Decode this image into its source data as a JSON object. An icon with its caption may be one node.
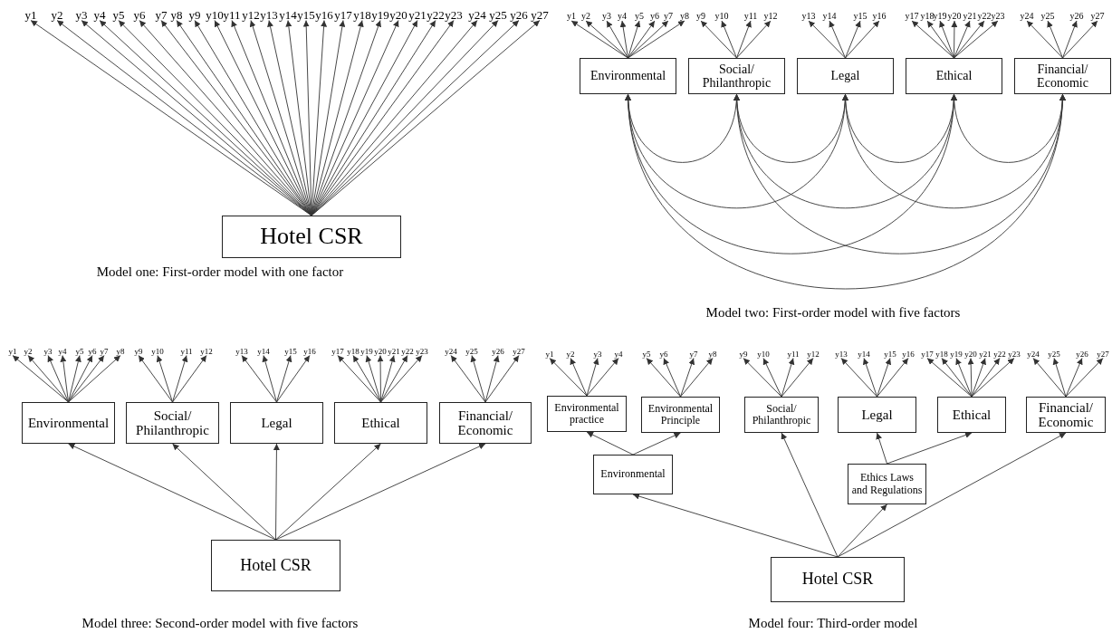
{
  "diagram": {
    "nodes": [
      {
        "text": [
          "y1"
        ]
      },
      {
        "text": [
          "y2"
        ]
      },
      {
        "text": [
          "y3"
        ]
      },
      {
        "text": [
          "y4"
        ]
      },
      {
        "text": [
          "y5"
        ]
      },
      {
        "text": [
          "y6"
        ]
      },
      {
        "text": [
          "y7"
        ]
      },
      {
        "text": [
          "y8"
        ]
      },
      {
        "text": [
          "y9"
        ]
      },
      {
        "text": [
          "y10"
        ]
      },
      {
        "text": [
          "y11"
        ]
      },
      {
        "text": [
          "y12"
        ]
      },
      {
        "text": [
          "y13"
        ]
      },
      {
        "text": [
          "y14"
        ]
      },
      {
        "text": [
          "y15"
        ]
      },
      {
        "text": [
          "y16"
        ]
      },
      {
        "text": [
          "y17"
        ]
      },
      {
        "text": [
          "y18"
        ]
      },
      {
        "text": [
          "y19"
        ]
      },
      {
        "text": [
          "y20"
        ]
      },
      {
        "text": [
          "y21"
        ]
      },
      {
        "text": [
          "y22"
        ]
      },
      {
        "text": [
          "y23"
        ]
      },
      {
        "text": [
          "y24"
        ]
      },
      {
        "text": [
          "y25"
        ]
      },
      {
        "text": [
          "y26"
        ]
      },
      {
        "text": [
          "y27"
        ]
      },
      {
        "text": [
          "Hotel CSR"
        ]
      },
      {
        "text": [
          "y1"
        ]
      },
      {
        "text": [
          "y2"
        ]
      },
      {
        "text": [
          "y3"
        ]
      },
      {
        "text": [
          "y4"
        ]
      },
      {
        "text": [
          "y5"
        ]
      },
      {
        "text": [
          "y6"
        ]
      },
      {
        "text": [
          "y7"
        ]
      },
      {
        "text": [
          "y8"
        ]
      },
      {
        "text": [
          "y9"
        ]
      },
      {
        "text": [
          "y10"
        ]
      },
      {
        "text": [
          "y11"
        ]
      },
      {
        "text": [
          "y12"
        ]
      },
      {
        "text": [
          "y13"
        ]
      },
      {
        "text": [
          "y14"
        ]
      },
      {
        "text": [
          "y15"
        ]
      },
      {
        "text": [
          "y16"
        ]
      },
      {
        "text": [
          "y17"
        ]
      },
      {
        "text": [
          "y18"
        ]
      },
      {
        "text": [
          "y19"
        ]
      },
      {
        "text": [
          "y20"
        ]
      },
      {
        "text": [
          "y21"
        ]
      },
      {
        "text": [
          "y22"
        ]
      },
      {
        "text": [
          "y23"
        ]
      },
      {
        "text": [
          "y24"
        ]
      },
      {
        "text": [
          "y25"
        ]
      },
      {
        "text": [
          "y26"
        ]
      },
      {
        "text": [
          "y27"
        ]
      },
      {
        "text": [
          "Environmental"
        ]
      },
      {
        "text": [
          "Social/ Philanthropic"
        ]
      },
      {
        "text": [
          "Legal"
        ]
      },
      {
        "text": [
          "Ethical"
        ]
      },
      {
        "text": [
          "Financial/ Economic"
        ]
      },
      {
        "text": [
          "y1"
        ]
      },
      {
        "text": [
          "y2"
        ]
      },
      {
        "text": [
          "y3"
        ]
      },
      {
        "text": [
          "y4"
        ]
      },
      {
        "text": [
          "y5"
        ]
      },
      {
        "text": [
          "y6"
        ]
      },
      {
        "text": [
          "y7"
        ]
      },
      {
        "text": [
          "y8"
        ]
      },
      {
        "text": [
          "y9"
        ]
      },
      {
        "text": [
          "y10"
        ]
      },
      {
        "text": [
          "y11"
        ]
      },
      {
        "text": [
          "y12"
        ]
      },
      {
        "text": [
          "y13"
        ]
      },
      {
        "text": [
          "y14"
        ]
      },
      {
        "text": [
          "y15"
        ]
      },
      {
        "text": [
          "y16"
        ]
      },
      {
        "text": [
          "y17"
        ]
      },
      {
        "text": [
          "y18"
        ]
      },
      {
        "text": [
          "y19"
        ]
      },
      {
        "text": [
          "y20"
        ]
      },
      {
        "text": [
          "y21"
        ]
      },
      {
        "text": [
          "y22"
        ]
      },
      {
        "text": [
          "y23"
        ]
      },
      {
        "text": [
          "y24"
        ]
      },
      {
        "text": [
          "y25"
        ]
      },
      {
        "text": [
          "y26"
        ]
      },
      {
        "text": [
          "y27"
        ]
      },
      {
        "text": [
          "Environmental"
        ]
      },
      {
        "text": [
          "Social/ Philanthropic"
        ]
      },
      {
        "text": [
          "Legal"
        ]
      },
      {
        "text": [
          "Ethical"
        ]
      },
      {
        "text": [
          "Financial/ Economic"
        ]
      },
      {
        "text": [
          "Hotel CSR"
        ]
      },
      {
        "text": [
          "y1"
        ]
      },
      {
        "text": [
          "y2"
        ]
      },
      {
        "text": [
          "y3"
        ]
      },
      {
        "text": [
          "y4"
        ]
      },
      {
        "text": [
          "y5"
        ]
      },
      {
        "text": [
          "y6"
        ]
      },
      {
        "text": [
          "y7"
        ]
      },
      {
        "text": [
          "y8"
        ]
      },
      {
        "text": [
          "y9"
        ]
      },
      {
        "text": [
          "y10"
        ]
      },
      {
        "text": [
          "y11"
        ]
      },
      {
        "text": [
          "y12"
        ]
      },
      {
        "text": [
          "y13"
        ]
      },
      {
        "text": [
          "y14"
        ]
      },
      {
        "text": [
          "y15"
        ]
      },
      {
        "text": [
          "y16"
        ]
      },
      {
        "text": [
          "y17"
        ]
      },
      {
        "text": [
          "y18"
        ]
      },
      {
        "text": [
          "y19"
        ]
      },
      {
        "text": [
          "y20"
        ]
      },
      {
        "text": [
          "y21"
        ]
      },
      {
        "text": [
          "y22"
        ]
      },
      {
        "text": [
          "y23"
        ]
      },
      {
        "text": [
          "y24"
        ]
      },
      {
        "text": [
          "y25"
        ]
      },
      {
        "text": [
          "y26"
        ]
      },
      {
        "text": [
          "y27"
        ]
      },
      {
        "text": [
          "Environmental practice"
        ]
      },
      {
        "text": [
          "Environmental Principle"
        ]
      },
      {
        "text": [
          "Social/ Philanthropic"
        ]
      },
      {
        "text": [
          "Legal"
        ]
      },
      {
        "text": [
          "Ethical"
        ]
      },
      {
        "text": [
          "Financial/ Economic"
        ]
      },
      {
        "text": [
          "Environmental"
        ]
      },
      {
        "text": [
          "Ethics Laws and Regulations"
        ]
      },
      {
        "text": [
          "Hotel CSR"
        ]
      }
    ],
    "edges": [
      {
        "from": 27,
        "to": 0,
        "arrow": "to"
      },
      {
        "from": 27,
        "to": 1,
        "arrow": "to"
      },
      {
        "from": 27,
        "to": 2,
        "arrow": "to"
      },
      {
        "from": 27,
        "to": 3,
        "arrow": "to"
      },
      {
        "from": 27,
        "to": 4,
        "arrow": "to"
      },
      {
        "from": 27,
        "to": 5,
        "arrow": "to"
      },
      {
        "from": 27,
        "to": 6,
        "arrow": "to"
      },
      {
        "from": 27,
        "to": 7,
        "arrow": "to"
      },
      {
        "from": 27,
        "to": 8,
        "arrow": "to"
      },
      {
        "from": 27,
        "to": 9,
        "arrow": "to"
      },
      {
        "from": 27,
        "to": 10,
        "arrow": "to"
      },
      {
        "from": 27,
        "to": 11,
        "arrow": "to"
      },
      {
        "from": 27,
        "to": 12,
        "arrow": "to"
      },
      {
        "from": 27,
        "to": 13,
        "arrow": "to"
      },
      {
        "from": 27,
        "to": 14,
        "arrow": "to"
      },
      {
        "from": 27,
        "to": 15,
        "arrow": "to"
      },
      {
        "from": 27,
        "to": 16,
        "arrow": "to"
      },
      {
        "from": 27,
        "to": 17,
        "arrow": "to"
      },
      {
        "from": 27,
        "to": 18,
        "arrow": "to"
      },
      {
        "from": 27,
        "to": 19,
        "arrow": "to"
      },
      {
        "from": 27,
        "to": 20,
        "arrow": "to"
      },
      {
        "from": 27,
        "to": 21,
        "arrow": "to"
      },
      {
        "from": 27,
        "to": 22,
        "arrow": "to"
      },
      {
        "from": 27,
        "to": 23,
        "arrow": "to"
      },
      {
        "from": 27,
        "to": 24,
        "arrow": "to"
      },
      {
        "from": 27,
        "to": 25,
        "arrow": "to"
      },
      {
        "from": 27,
        "to": 26,
        "arrow": "to"
      },
      {
        "from": 55,
        "to": 28,
        "arrow": "to"
      },
      {
        "from": 55,
        "to": 29,
        "arrow": "to"
      },
      {
        "from": 55,
        "to": 30,
        "arrow": "to"
      },
      {
        "from": 55,
        "to": 31,
        "arrow": "to"
      },
      {
        "from": 55,
        "to": 32,
        "arrow": "to"
      },
      {
        "from": 55,
        "to": 33,
        "arrow": "to"
      },
      {
        "from": 55,
        "to": 34,
        "arrow": "to"
      },
      {
        "from": 55,
        "to": 35,
        "arrow": "to"
      },
      {
        "from": 56,
        "to": 36,
        "arrow": "to"
      },
      {
        "from": 56,
        "to": 37,
        "arrow": "to"
      },
      {
        "from": 56,
        "to": 38,
        "arrow": "to"
      },
      {
        "from": 56,
        "to": 39,
        "arrow": "to"
      },
      {
        "from": 57,
        "to": 40,
        "arrow": "to"
      },
      {
        "from": 57,
        "to": 41,
        "arrow": "to"
      },
      {
        "from": 57,
        "to": 42,
        "arrow": "to"
      },
      {
        "from": 57,
        "to": 43,
        "arrow": "to"
      },
      {
        "from": 58,
        "to": 44,
        "arrow": "to"
      },
      {
        "from": 58,
        "to": 45,
        "arrow": "to"
      },
      {
        "from": 58,
        "to": 46,
        "arrow": "to"
      },
      {
        "from": 58,
        "to": 47,
        "arrow": "to"
      },
      {
        "from": 58,
        "to": 48,
        "arrow": "to"
      },
      {
        "from": 58,
        "to": 49,
        "arrow": "to"
      },
      {
        "from": 58,
        "to": 50,
        "arrow": "to"
      },
      {
        "from": 59,
        "to": 51,
        "arrow": "to"
      },
      {
        "from": 59,
        "to": 52,
        "arrow": "to"
      },
      {
        "from": 59,
        "to": 53,
        "arrow": "to"
      },
      {
        "from": 59,
        "to": 54,
        "arrow": "to"
      },
      {
        "from": 55,
        "to": 56,
        "arrow": "both"
      },
      {
        "from": 56,
        "to": 57,
        "arrow": "both"
      },
      {
        "from": 57,
        "to": 58,
        "arrow": "both"
      },
      {
        "from": 58,
        "to": 59,
        "arrow": "both"
      },
      {
        "from": 55,
        "to": 57,
        "arrow": "both"
      },
      {
        "from": 56,
        "to": 58,
        "arrow": "both"
      },
      {
        "from": 57,
        "to": 59,
        "arrow": "both"
      },
      {
        "from": 55,
        "to": 58,
        "arrow": "both"
      },
      {
        "from": 56,
        "to": 59,
        "arrow": "both"
      },
      {
        "from": 55,
        "to": 59,
        "arrow": "both"
      },
      {
        "from": 87,
        "to": 60,
        "arrow": "to"
      },
      {
        "from": 87,
        "to": 61,
        "arrow": "to"
      },
      {
        "from": 87,
        "to": 62,
        "arrow": "to"
      },
      {
        "from": 87,
        "to": 63,
        "arrow": "to"
      },
      {
        "from": 87,
        "to": 64,
        "arrow": "to"
      },
      {
        "from": 87,
        "to": 65,
        "arrow": "to"
      },
      {
        "from": 87,
        "to": 66,
        "arrow": "to"
      },
      {
        "from": 87,
        "to": 67,
        "arrow": "to"
      },
      {
        "from": 88,
        "to": 68,
        "arrow": "to"
      },
      {
        "from": 88,
        "to": 69,
        "arrow": "to"
      },
      {
        "from": 88,
        "to": 70,
        "arrow": "to"
      },
      {
        "from": 88,
        "to": 71,
        "arrow": "to"
      },
      {
        "from": 89,
        "to": 72,
        "arrow": "to"
      },
      {
        "from": 89,
        "to": 73,
        "arrow": "to"
      },
      {
        "from": 89,
        "to": 74,
        "arrow": "to"
      },
      {
        "from": 89,
        "to": 75,
        "arrow": "to"
      },
      {
        "from": 90,
        "to": 76,
        "arrow": "to"
      },
      {
        "from": 90,
        "to": 77,
        "arrow": "to"
      },
      {
        "from": 90,
        "to": 78,
        "arrow": "to"
      },
      {
        "from": 90,
        "to": 79,
        "arrow": "to"
      },
      {
        "from": 90,
        "to": 80,
        "arrow": "to"
      },
      {
        "from": 90,
        "to": 81,
        "arrow": "to"
      },
      {
        "from": 90,
        "to": 82,
        "arrow": "to"
      },
      {
        "from": 91,
        "to": 83,
        "arrow": "to"
      },
      {
        "from": 91,
        "to": 84,
        "arrow": "to"
      },
      {
        "from": 91,
        "to": 85,
        "arrow": "to"
      },
      {
        "from": 91,
        "to": 86,
        "arrow": "to"
      },
      {
        "from": 92,
        "to": 87,
        "arrow": "to"
      },
      {
        "from": 92,
        "to": 88,
        "arrow": "to"
      },
      {
        "from": 92,
        "to": 89,
        "arrow": "to"
      },
      {
        "from": 92,
        "to": 90,
        "arrow": "to"
      },
      {
        "from": 92,
        "to": 91,
        "arrow": "to"
      },
      {
        "from": 120,
        "to": 93,
        "arrow": "to"
      },
      {
        "from": 120,
        "to": 94,
        "arrow": "to"
      },
      {
        "from": 120,
        "to": 95,
        "arrow": "to"
      },
      {
        "from": 120,
        "to": 96,
        "arrow": "to"
      },
      {
        "from": 121,
        "to": 97,
        "arrow": "to"
      },
      {
        "from": 121,
        "to": 98,
        "arrow": "to"
      },
      {
        "from": 121,
        "to": 99,
        "arrow": "to"
      },
      {
        "from": 121,
        "to": 100,
        "arrow": "to"
      },
      {
        "from": 122,
        "to": 101,
        "arrow": "to"
      },
      {
        "from": 122,
        "to": 102,
        "arrow": "to"
      },
      {
        "from": 122,
        "to": 103,
        "arrow": "to"
      },
      {
        "from": 122,
        "to": 104,
        "arrow": "to"
      },
      {
        "from": 123,
        "to": 105,
        "arrow": "to"
      },
      {
        "from": 123,
        "to": 106,
        "arrow": "to"
      },
      {
        "from": 123,
        "to": 107,
        "arrow": "to"
      },
      {
        "from": 123,
        "to": 108,
        "arrow": "to"
      },
      {
        "from": 124,
        "to": 109,
        "arrow": "to"
      },
      {
        "from": 124,
        "to": 110,
        "arrow": "to"
      },
      {
        "from": 124,
        "to": 111,
        "arrow": "to"
      },
      {
        "from": 124,
        "to": 112,
        "arrow": "to"
      },
      {
        "from": 124,
        "to": 113,
        "arrow": "to"
      },
      {
        "from": 124,
        "to": 114,
        "arrow": "to"
      },
      {
        "from": 124,
        "to": 115,
        "arrow": "to"
      },
      {
        "from": 125,
        "to": 116,
        "arrow": "to"
      },
      {
        "from": 125,
        "to": 117,
        "arrow": "to"
      },
      {
        "from": 125,
        "to": 118,
        "arrow": "to"
      },
      {
        "from": 125,
        "to": 119,
        "arrow": "to"
      },
      {
        "from": 126,
        "to": 120,
        "arrow": "to"
      },
      {
        "from": 126,
        "to": 121,
        "arrow": "to"
      },
      {
        "from": 127,
        "to": 123,
        "arrow": "to"
      },
      {
        "from": 127,
        "to": 124,
        "arrow": "to"
      },
      {
        "from": 128,
        "to": 126,
        "arrow": "to"
      },
      {
        "from": 128,
        "to": 122,
        "arrow": "to"
      },
      {
        "from": 128,
        "to": 127,
        "arrow": "to"
      },
      {
        "from": 128,
        "to": 125,
        "arrow": "to"
      }
    ],
    "labels": [
      "Model one: First-order model with one factor",
      "Model two: First-order model with five factors",
      "Model three: Second-order model with five factors",
      "Model four: Third-order model"
    ]
  }
}
